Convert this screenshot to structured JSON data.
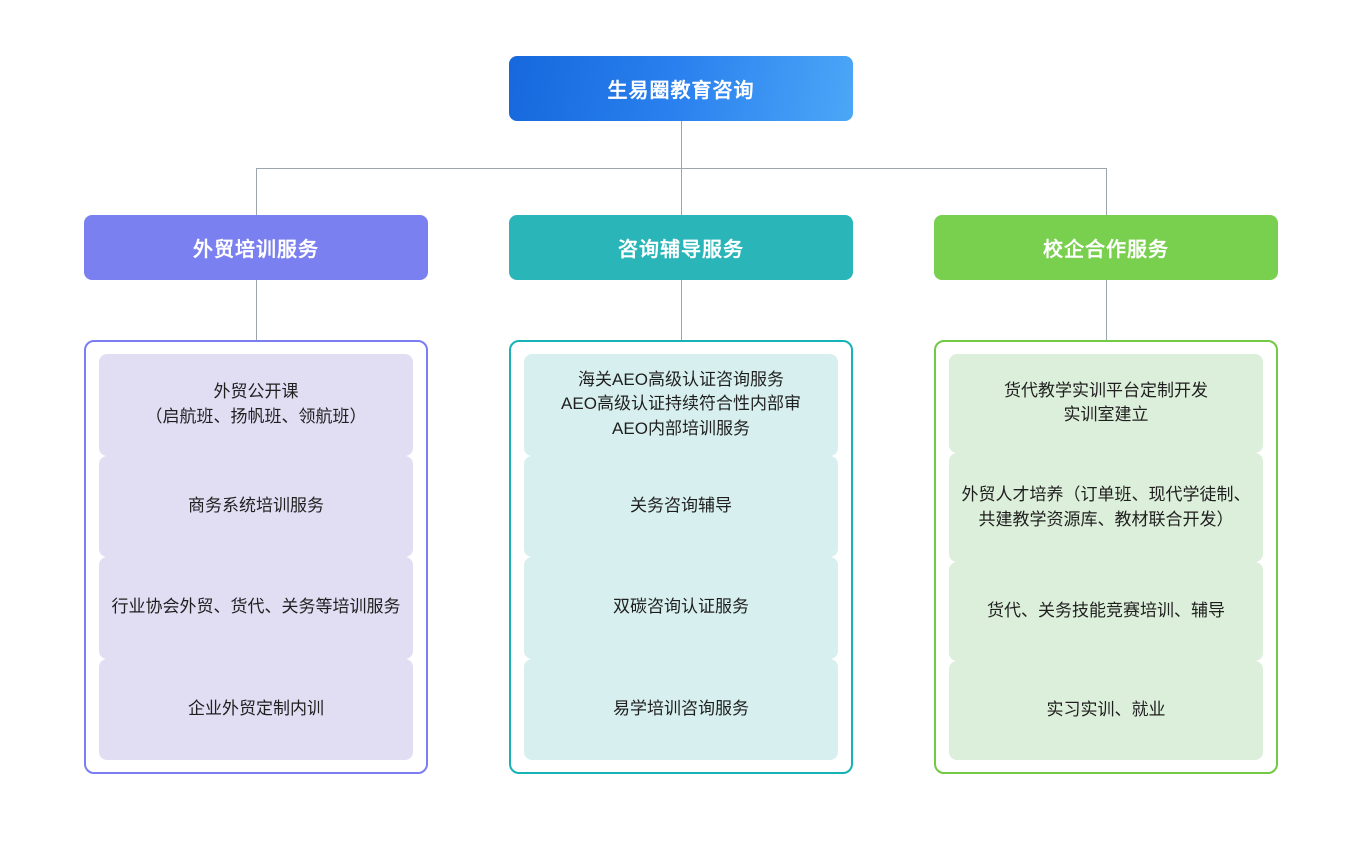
{
  "diagram": {
    "title": "生易圈教育咨询",
    "root": {
      "label": "生易圈教育咨询",
      "color_start": "#1668dc",
      "color_end": "#4ba7f7"
    },
    "connector_color": "#9aa5ad",
    "columns": [
      {
        "key": "foreign-trade-training",
        "header": "外贸培训服务",
        "header_color": "#7b80f0",
        "border_color": "#7b7ef2",
        "leaf_color": "#e1def4",
        "items": [
          "外贸公开课\n（启航班、扬帆班、领航班）",
          "商务系统培训服务",
          "行业协会外贸、货代、关务等培训服务",
          "企业外贸定制内训"
        ]
      },
      {
        "key": "consulting-coaching",
        "header": "咨询辅导服务",
        "header_color": "#2ab5b8",
        "border_color": "#16b3b6",
        "leaf_color": "#d7f0ef",
        "items": [
          "海关AEO高级认证咨询服务\nAEO高级认证持续符合性内部审\nAEO内部培训服务",
          "关务咨询辅导",
          "双碳咨询认证服务",
          "易学培训咨询服务"
        ]
      },
      {
        "key": "school-enterprise",
        "header": "校企合作服务",
        "header_color": "#79cf4e",
        "border_color": "#72c943",
        "leaf_color": "#dcefda",
        "items": [
          "货代教学实训平台定制开发\n实训室建立",
          "外贸人才培养（订单班、现代学徒制、共建教学资源库、教材联合开发）",
          "货代、关务技能竞赛培训、辅导",
          "实习实训、就业"
        ]
      }
    ]
  }
}
